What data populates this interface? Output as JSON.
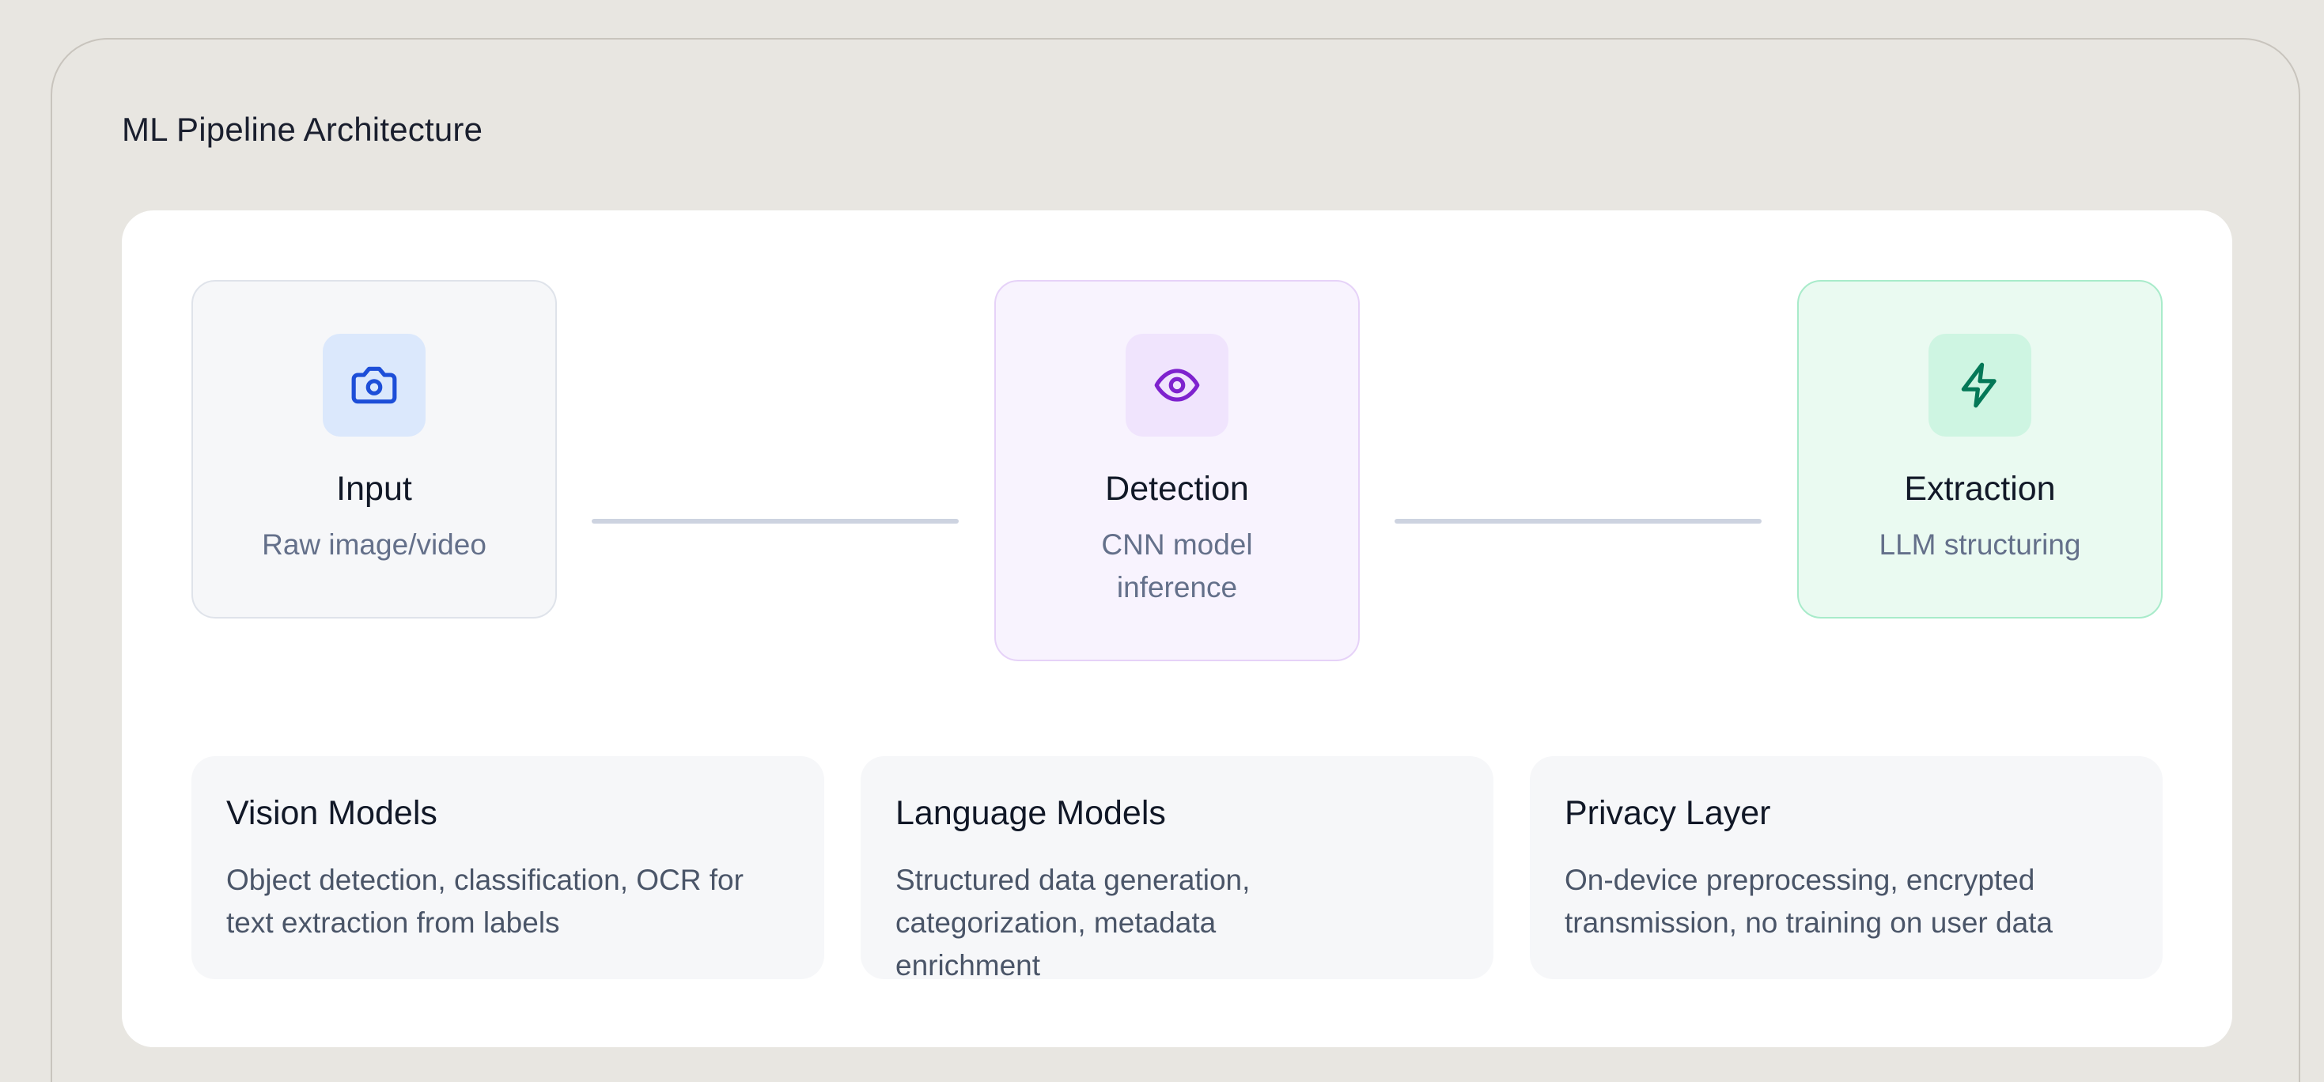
{
  "title": "ML Pipeline Architecture",
  "pipeline": {
    "nodes": [
      {
        "title": "Input",
        "subtitle": "Raw image/video",
        "icon": "camera-icon",
        "accent": "#1d4ed8"
      },
      {
        "title": "Detection",
        "subtitle": "CNN model inference",
        "icon": "eye-icon",
        "accent": "#7e22ce"
      },
      {
        "title": "Extraction",
        "subtitle": "LLM structuring",
        "icon": "lightning-icon",
        "accent": "#047857"
      }
    ]
  },
  "cards": [
    {
      "title": "Vision Models",
      "description": "Object detection, classification, OCR for text extraction from labels"
    },
    {
      "title": "Language Models",
      "description": "Structured data generation, categorization, metadata enrichment"
    },
    {
      "title": "Privacy Layer",
      "description": "On-device preprocessing, encrypted transmission, no training on user data"
    }
  ]
}
